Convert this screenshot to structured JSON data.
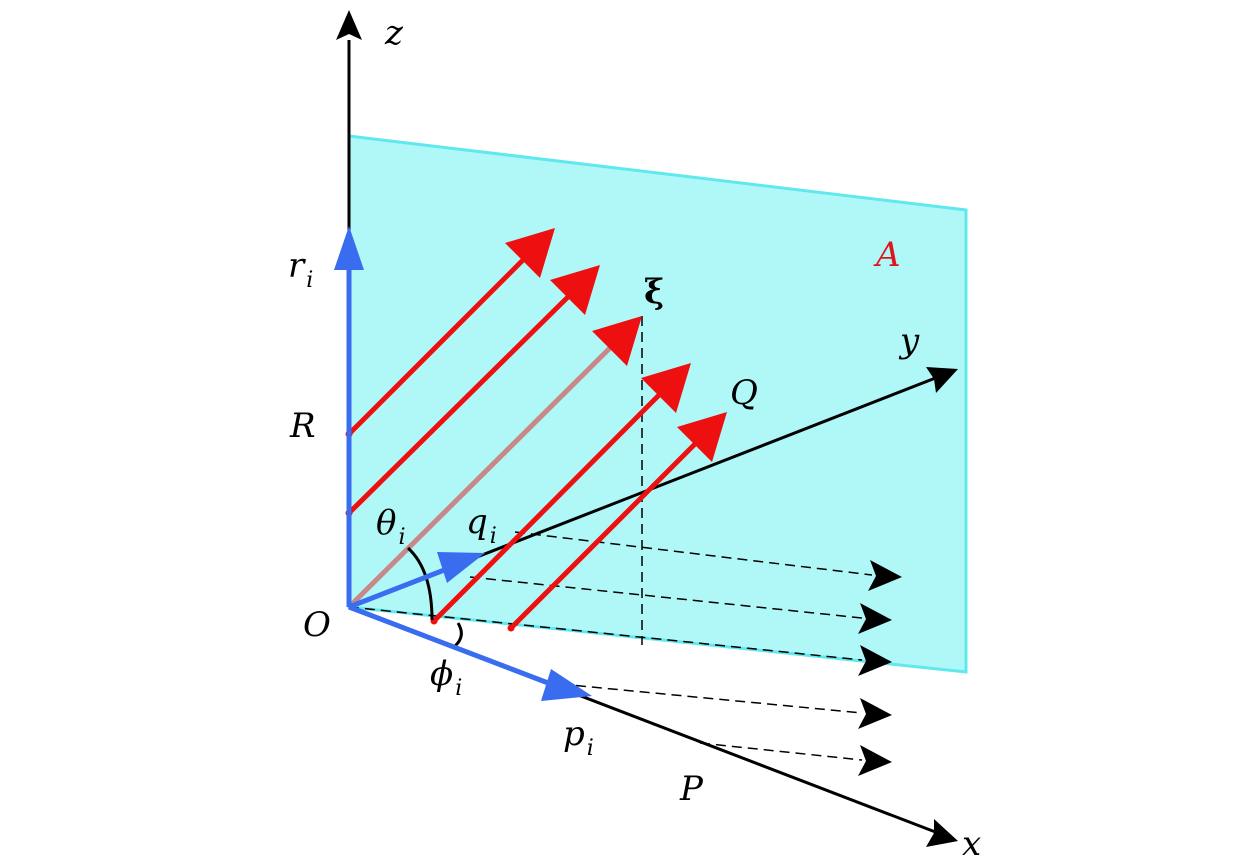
{
  "labels": {
    "z": "z",
    "y": "y",
    "x": "x",
    "origin": "O",
    "plane": "A",
    "xi": "ξ",
    "Q": "Q",
    "R": "R",
    "P": "P",
    "r_base": "r",
    "r_sub": "i",
    "q_base": "q",
    "q_sub": "i",
    "p_base": "p",
    "p_sub": "i",
    "theta_base": "θ",
    "theta_sub": "i",
    "phi_base": "ϕ",
    "phi_sub": "i"
  },
  "colors": {
    "axis": "#000000",
    "plane_fill": "#b0f8f8",
    "plane_edge": "#5fe8ee",
    "ray": "#ee1010",
    "ray_faded": "#c88888",
    "vector": "#3a6cf0",
    "label_red": "#e0141e"
  }
}
